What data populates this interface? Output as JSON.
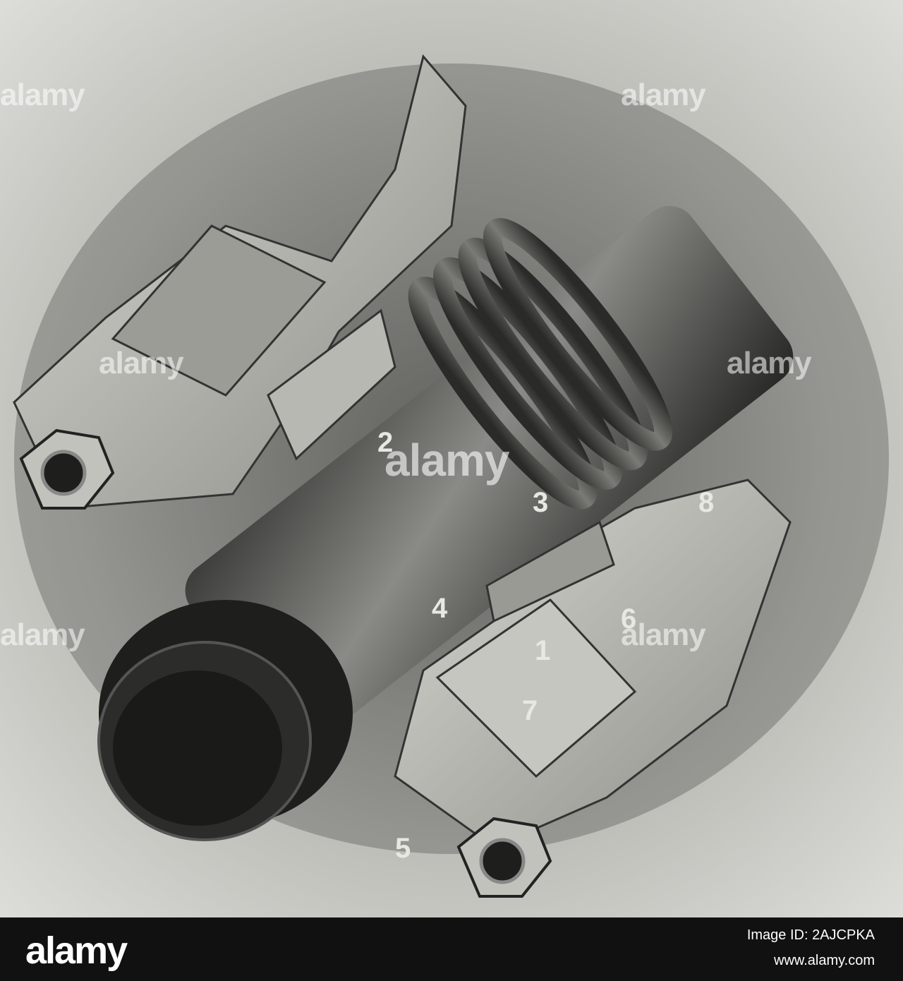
{
  "photo": {
    "callouts": [
      "2",
      "3",
      "4",
      "5",
      "6",
      "7",
      "8",
      "1"
    ]
  },
  "watermark": {
    "text": "alamy"
  },
  "footer": {
    "brand": "alamy",
    "image_id": "Image ID: 2AJCPKA",
    "url": "www.alamy.com"
  }
}
